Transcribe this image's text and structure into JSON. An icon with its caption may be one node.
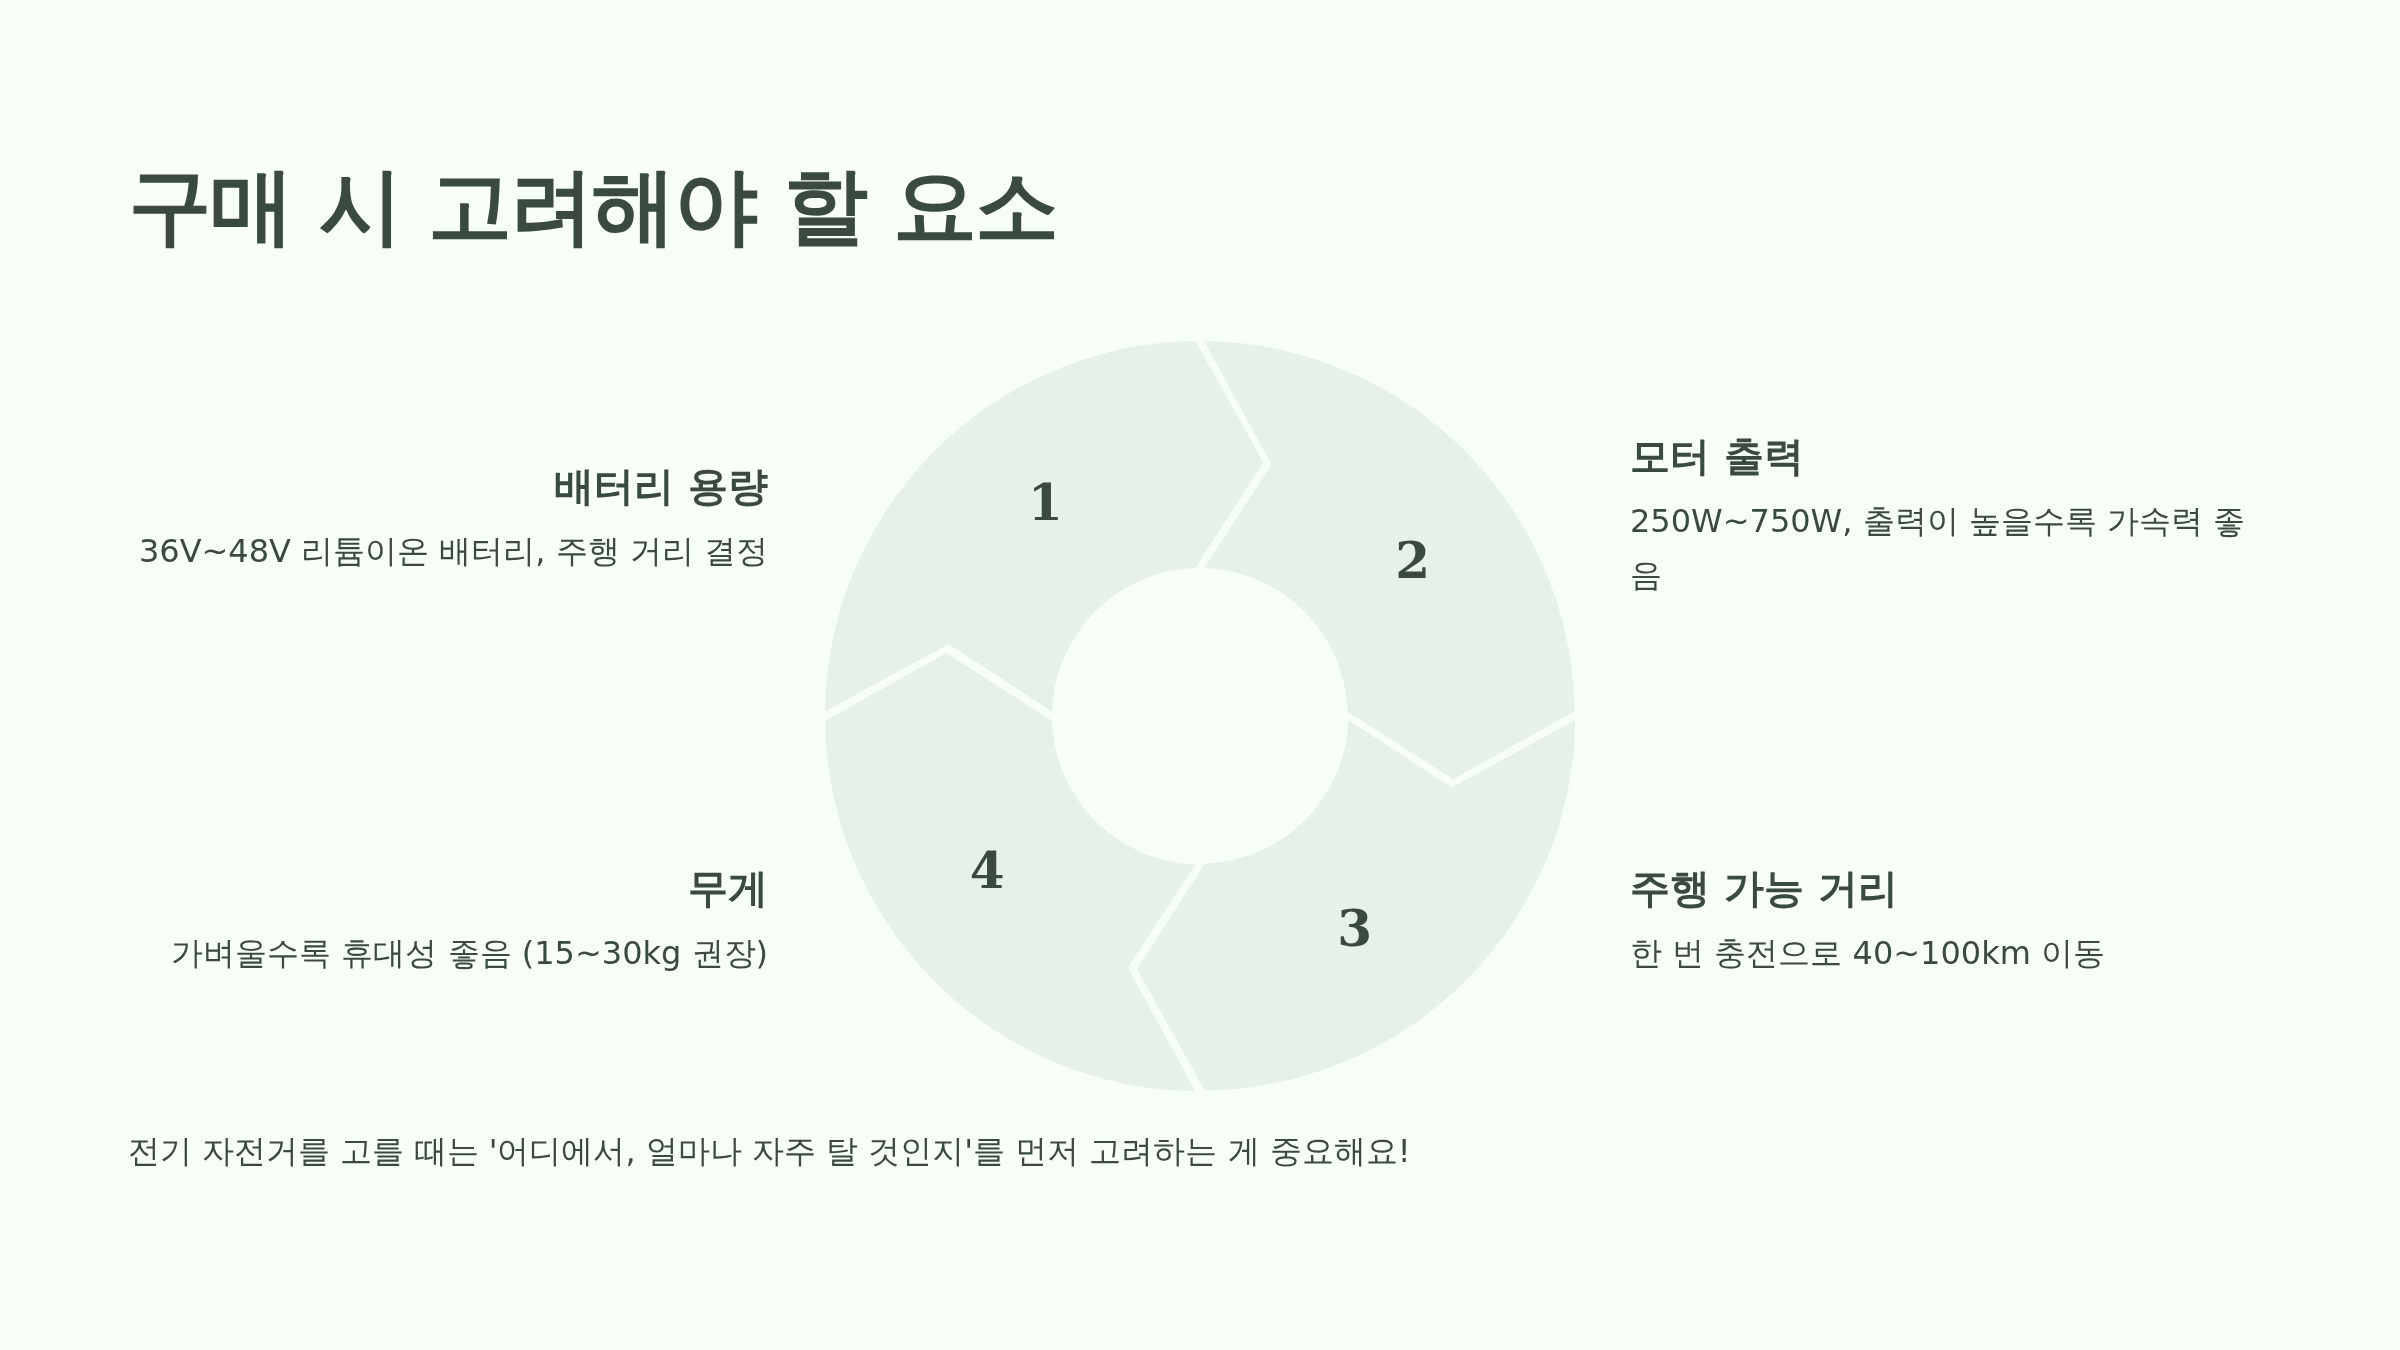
{
  "diagram": {
    "title": "구매 시 고려해야 할 요소",
    "nodes": [
      {
        "text": [
          "1"
        ],
        "beside": [
          "배터리 용량",
          "36V~48V 리튬이온 배터리, 주행 거리 결정"
        ]
      },
      {
        "text": [
          "2"
        ],
        "beside": [
          "모터 출력",
          "250W~750W, 출력이 높을수록 가속력 좋음"
        ]
      },
      {
        "text": [
          "3"
        ],
        "beside": [
          "주행 가능 거리",
          "한 번 충전으로 40~100km 이동"
        ]
      },
      {
        "text": [
          "4"
        ],
        "beside": [
          "무게",
          "가벼울수록 휴대성 좋음 (15~30kg 권장)"
        ]
      }
    ],
    "caption": "전기 자전거를 고를 때는 '어디에서, 얼마나 자주 탈 것인지'를 먼저 고려하는 게 중요해요!"
  }
}
